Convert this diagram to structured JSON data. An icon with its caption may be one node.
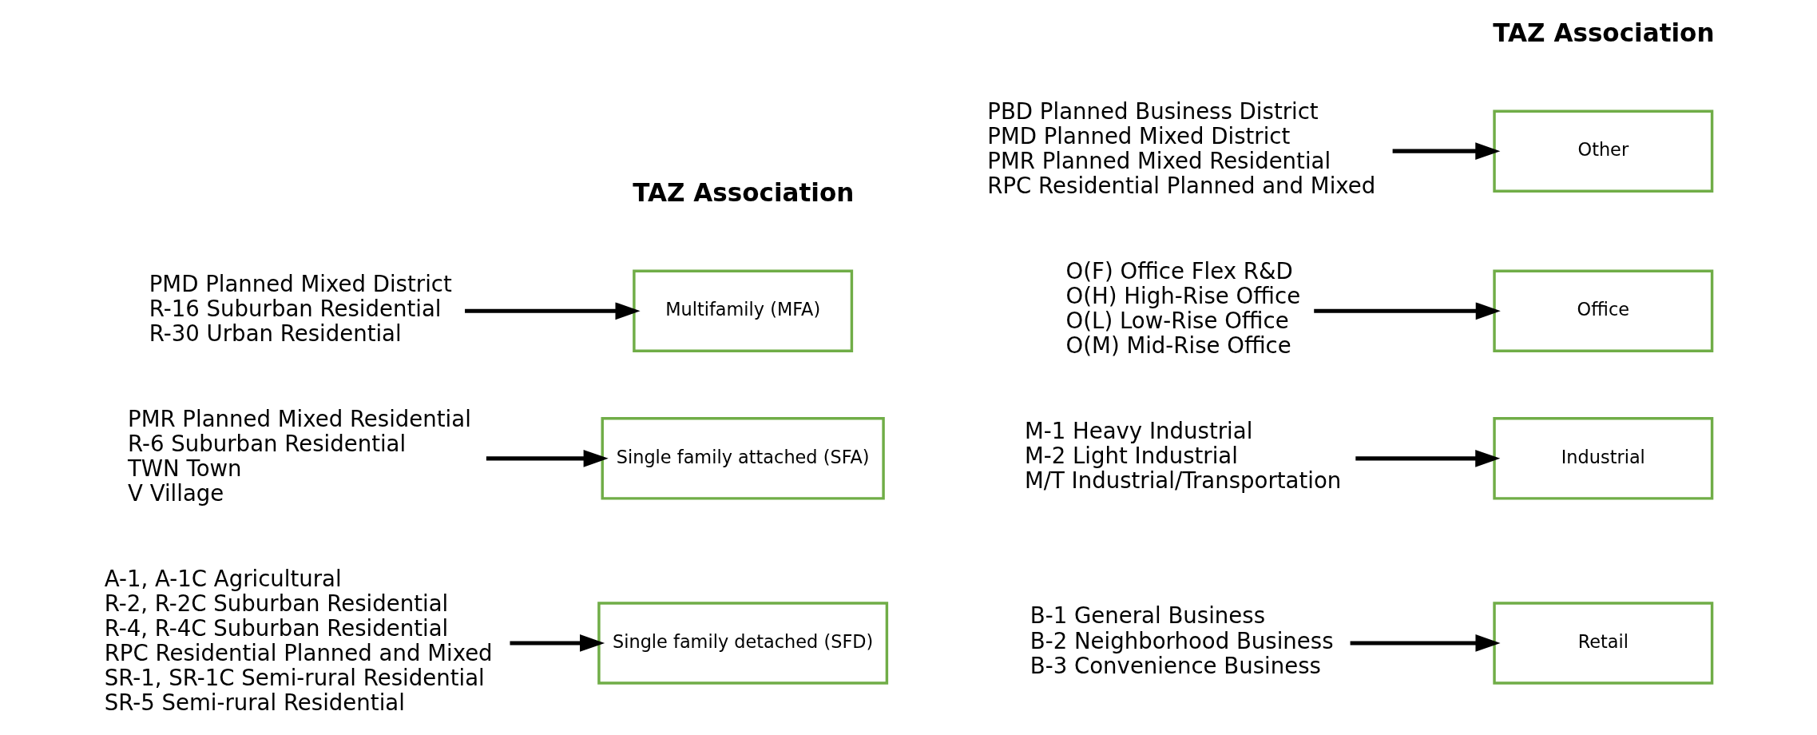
{
  "diagram": {
    "nodes": [
      {
        "text": [
          "A-1, A-1C Agricultural",
          "R-2, R-2C Suburban Residential",
          "R-4, R-4C Suburban Residential",
          "RPC Residential Planned and Mixed",
          "SR-1, SR-1C Semi-rural Residential",
          "SR-5 Semi-rural Residential"
        ]
      },
      {
        "text": [
          "Single family detached (SFD)"
        ]
      },
      {
        "text": [
          "PMR Planned Mixed Residential",
          "R-6 Suburban Residential",
          "TWN Town",
          "V Village"
        ]
      },
      {
        "text": [
          "Single family attached (SFA)"
        ]
      },
      {
        "text": [
          "PMD Planned Mixed District",
          "R-16 Suburban Residential",
          "R-30 Urban Residential"
        ]
      },
      {
        "text": [
          "Multifamily (MFA)"
        ]
      },
      {
        "text": [
          "B-1 General Business",
          "B-2 Neighborhood Business",
          "B-3 Convenience Business"
        ]
      },
      {
        "text": [
          "Retail"
        ]
      },
      {
        "text": [
          "M-1 Heavy Industrial",
          "M-2 Light Industrial",
          "M/T Industrial/Transportation"
        ]
      },
      {
        "text": [
          "Industrial"
        ]
      },
      {
        "text": [
          "O(F) Office Flex R&D",
          "O(H) High-Rise Office",
          "O(L) Low-Rise Office",
          "O(M) Mid-Rise Office"
        ]
      },
      {
        "text": [
          "Office"
        ]
      },
      {
        "text": [
          "PBD Planned Business District",
          "PMD Planned Mixed District",
          "PMR Planned Mixed Residential",
          "RPC Residential Planned and Mixed"
        ]
      },
      {
        "text": [
          "Other"
        ]
      }
    ],
    "edges": [
      {
        "from": 0,
        "to": 1,
        "arrow": "to"
      },
      {
        "from": 2,
        "to": 3,
        "arrow": "to"
      },
      {
        "from": 4,
        "to": 5,
        "arrow": "to"
      },
      {
        "from": 6,
        "to": 7,
        "arrow": "to"
      },
      {
        "from": 8,
        "to": 9,
        "arrow": "to"
      },
      {
        "from": 10,
        "to": 11,
        "arrow": "to"
      },
      {
        "from": 12,
        "to": 13,
        "arrow": "to"
      }
    ],
    "labels": [
      "TAZ Association",
      "TAZ Association"
    ]
  }
}
